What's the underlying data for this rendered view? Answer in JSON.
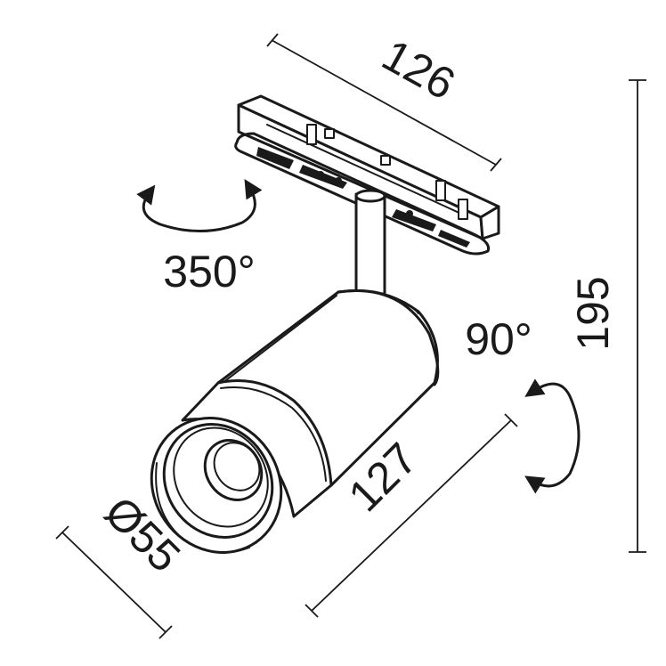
{
  "dimensions": {
    "track_length": "126",
    "total_height": "195",
    "body_length": "127",
    "diameter": "Ø55"
  },
  "rotation": {
    "horizontal": "350°",
    "vertical": "90°"
  },
  "colors": {
    "line": "#1a1a1a",
    "background": "#ffffff"
  },
  "icons": [
    "rotate-horizontal-arrow-icon",
    "rotate-vertical-arrow-icon"
  ]
}
